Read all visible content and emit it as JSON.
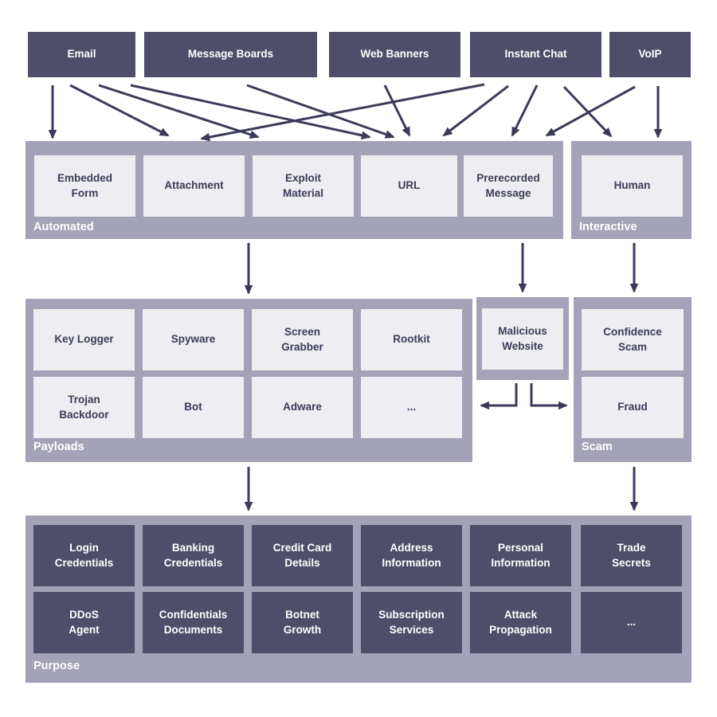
{
  "colors": {
    "channel_box": "#4e4e6a",
    "group_background": "#a3a2b8",
    "item_box": "#ededf2",
    "dark_text": "#3b3b59",
    "label_text": "#ffffff",
    "arrow": "#3b3b59"
  },
  "channels": [
    "Email",
    "Message Boards",
    "Web Banners",
    "Instant Chat",
    "VoIP"
  ],
  "groups": {
    "automated": {
      "label": "Automated",
      "items": [
        "Embedded\nForm",
        "Attachment",
        "Exploit\nMaterial",
        "URL",
        "Prerecorded\nMessage"
      ]
    },
    "interactive": {
      "label": "Interactive",
      "items": [
        "Human"
      ]
    },
    "payloads": {
      "label": "Payloads",
      "items": [
        "Key Logger",
        "Spyware",
        "Screen\nGrabber",
        "Rootkit",
        "Trojan\nBackdoor",
        "Bot",
        "Adware",
        "..."
      ]
    },
    "malicious_website": {
      "items": [
        "Malicious\nWebsite"
      ]
    },
    "scam": {
      "label": "Scam",
      "items": [
        "Confidence\nScam",
        "Fraud"
      ]
    },
    "purpose": {
      "label": "Purpose",
      "items": [
        "Login\nCredentials",
        "Banking\nCredentials",
        "Credit Card\nDetails",
        "Address\nInformation",
        "Personal\nInformation",
        "Trade\nSecrets",
        "DDoS\nAgent",
        "Confidentials\nDocuments",
        "Botnet\nGrowth",
        "Subscription\nServices",
        "Attack\nPropagation",
        "..."
      ]
    }
  },
  "edges": [
    {
      "from": "Email",
      "to": "Embedded Form"
    },
    {
      "from": "Email",
      "to": "Attachment"
    },
    {
      "from": "Email",
      "to": "Exploit Material"
    },
    {
      "from": "Email",
      "to": "URL"
    },
    {
      "from": "Message Boards",
      "to": "URL"
    },
    {
      "from": "Web Banners",
      "to": "URL"
    },
    {
      "from": "Instant Chat",
      "to": "Attachment"
    },
    {
      "from": "Instant Chat",
      "to": "URL"
    },
    {
      "from": "Instant Chat",
      "to": "Prerecorded Message"
    },
    {
      "from": "Instant Chat",
      "to": "Human"
    },
    {
      "from": "VoIP",
      "to": "Prerecorded Message"
    },
    {
      "from": "VoIP",
      "to": "Human"
    },
    {
      "from": "Automated",
      "to": "Payloads"
    },
    {
      "from": "Automated",
      "to": "Malicious Website"
    },
    {
      "from": "Interactive",
      "to": "Scam"
    },
    {
      "from": "Malicious Website",
      "to": "Payloads"
    },
    {
      "from": "Malicious Website",
      "to": "Scam"
    },
    {
      "from": "Payloads",
      "to": "Purpose"
    },
    {
      "from": "Scam",
      "to": "Purpose"
    }
  ]
}
